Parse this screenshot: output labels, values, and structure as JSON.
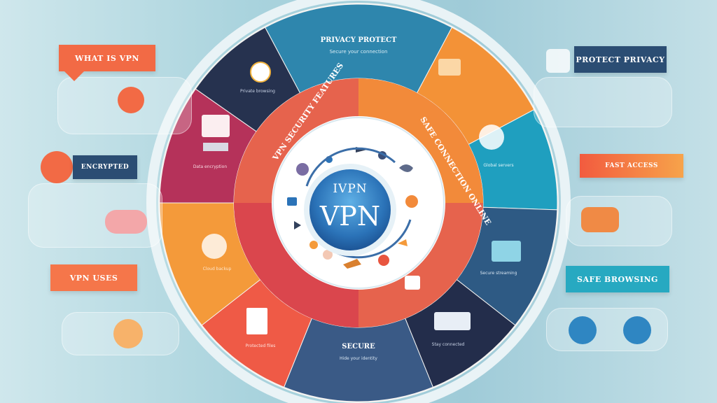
{
  "center": {
    "prefix": "IVPN",
    "label": "VPN"
  },
  "segments": [
    {
      "id": "top",
      "color": "#2e86ad",
      "heading": "PRIVACY PROTECT",
      "sub": "Secure your connection"
    },
    {
      "id": "top-left",
      "color": "#26324f",
      "heading": "",
      "sub": "Private browsing"
    },
    {
      "id": "top-right",
      "color": "#f39237",
      "heading": "",
      "sub": ""
    },
    {
      "id": "left-upper",
      "color": "#b5325a",
      "heading": "",
      "sub": "Data encryption"
    },
    {
      "id": "right-upper",
      "color": "#1f9fbf",
      "heading": "",
      "sub": "Global servers"
    },
    {
      "id": "left-lower",
      "color": "#f49a3a",
      "heading": "",
      "sub": "Cloud backup"
    },
    {
      "id": "right-lower",
      "color": "#2e5a84",
      "heading": "",
      "sub": "Secure streaming"
    },
    {
      "id": "bottom-left",
      "color": "#ef5a46",
      "heading": "",
      "sub": "Protected files"
    },
    {
      "id": "bottom",
      "color": "#3a5a86",
      "heading": "SECURE",
      "sub": "Hide your identity"
    },
    {
      "id": "bottom-right",
      "color": "#232d4b",
      "heading": "",
      "sub": "Stay connected"
    }
  ],
  "ring_texts": {
    "left": "VPN SECURITY FEATURES",
    "right": "SAFE CONNECTION ONLINE"
  },
  "banners": {
    "top_left": "WHAT IS VPN",
    "mid_left": "ENCRYPTED",
    "bottom_left": "VPN USES",
    "top_right": "PROTECT PRIVACY",
    "mid_right": "FAST ACCESS",
    "bottom_right": "SAFE BROWSING"
  },
  "colors": {
    "orange_banner": "#f26a45",
    "navy_banner": "#2b4d73",
    "teal_banner": "#27a9c1",
    "orange_grad_banner": "#f5764a"
  }
}
